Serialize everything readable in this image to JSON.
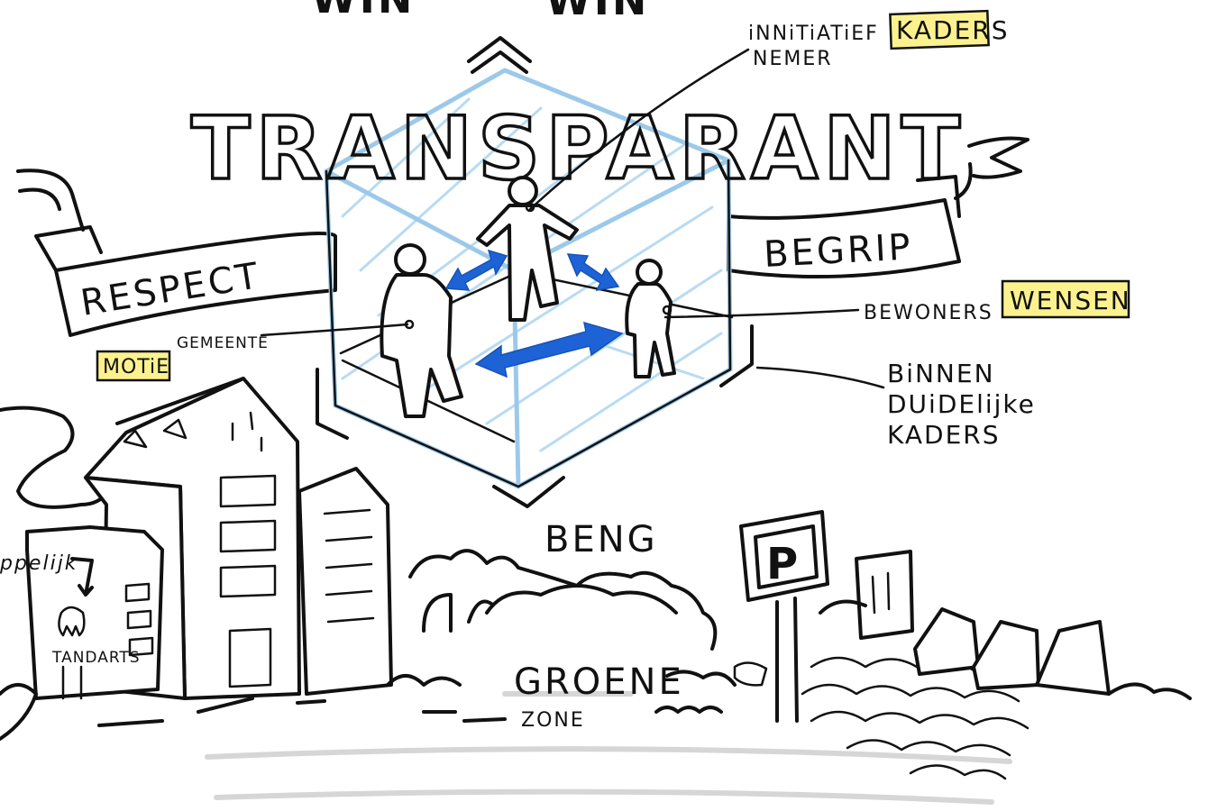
{
  "top_words": [
    "WIN",
    "WIN"
  ],
  "title": "TRANSPARANT",
  "banner": {
    "left": "RESPECT",
    "right": "BEGRIP"
  },
  "actors": {
    "initiator": [
      "iNNiTiATiEF",
      "NEMER"
    ],
    "municipality": "GEMEENTE",
    "residents": "BEWONERS"
  },
  "tags": {
    "kaders": "KADERS",
    "wensen": "WENSEN",
    "motie": "MOTiE"
  },
  "frame_note": [
    "BiNNEN",
    "DUiDElijke",
    "KADERS"
  ],
  "beng": "BENG",
  "green_zone": [
    "GROENE",
    "ZONE"
  ],
  "dentist": "TANDARTS",
  "partial_word": "ppelijk",
  "parking_sign": "P",
  "colors": {
    "ink": "#111111",
    "cube_blue": "#9cc9ea",
    "arrow_blue": "#1e63d6",
    "highlight_yellow": "#fbf28f",
    "shadow_grey": "#d6d6d6"
  }
}
